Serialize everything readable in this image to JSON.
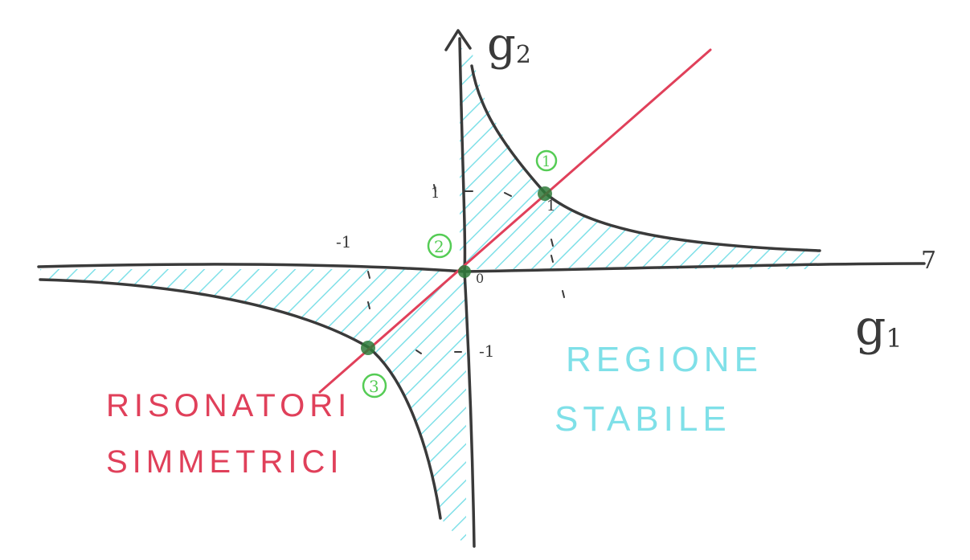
{
  "axes": {
    "x_label": "g",
    "x_sub": "1",
    "y_label": "g",
    "y_sub": "2",
    "x_arrow": "7",
    "origin": "0",
    "ticks": {
      "x_plus": "1",
      "x_minus": "-1",
      "y_plus": "1",
      "y_minus": "-1"
    }
  },
  "points": [
    {
      "label": "1",
      "g1": 1,
      "g2": 1
    },
    {
      "label": "2",
      "g1": 0,
      "g2": 0
    },
    {
      "label": "3",
      "g1": -1,
      "g2": -1
    }
  ],
  "curves": {
    "hyperbola": "g1 g2 = 1",
    "symmetric_line": "g1 = g2"
  },
  "labels": {
    "symmetric_line_1": "RISONATORI",
    "symmetric_line_2": "SIMMETRICI",
    "stable_region_1": "REGIONE",
    "stable_region_2": "STABILE"
  },
  "colors": {
    "axis": "#3a3a3a",
    "curve": "#3a3a3a",
    "red_line": "#e0405a",
    "stable_hatch": "#7fe0e8",
    "point_circle": "#55cc55",
    "point_dot": "#2f7a3a"
  }
}
